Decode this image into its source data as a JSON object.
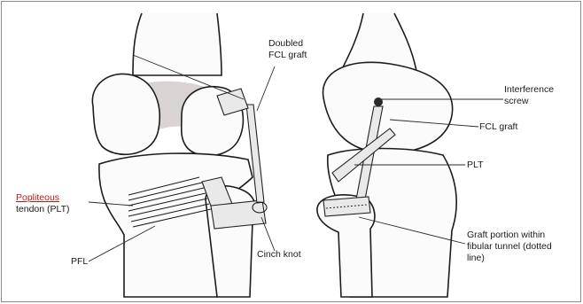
{
  "figure": {
    "labels": {
      "doubled_fcl_graft_line1": "Doubled",
      "doubled_fcl_graft_line2": "FCL graft",
      "popliteous_line1": "Popliteous",
      "popliteous_line2": "tendon (PLT)",
      "pfl": "PFL",
      "cinch_knot": "Cinch knot",
      "interference_line1": "Interference",
      "interference_line2": "screw",
      "fcl_graft": "FCL graft",
      "plt": "PLT",
      "graft_portion_line1": "Graft portion within",
      "graft_portion_line2": "fibular tunnel (dotted",
      "graft_portion_line3": "line)"
    },
    "colors": {
      "border": "#8a8a8a",
      "popliteous_label": "#b0201a",
      "shading": "#d9d3d3"
    }
  }
}
